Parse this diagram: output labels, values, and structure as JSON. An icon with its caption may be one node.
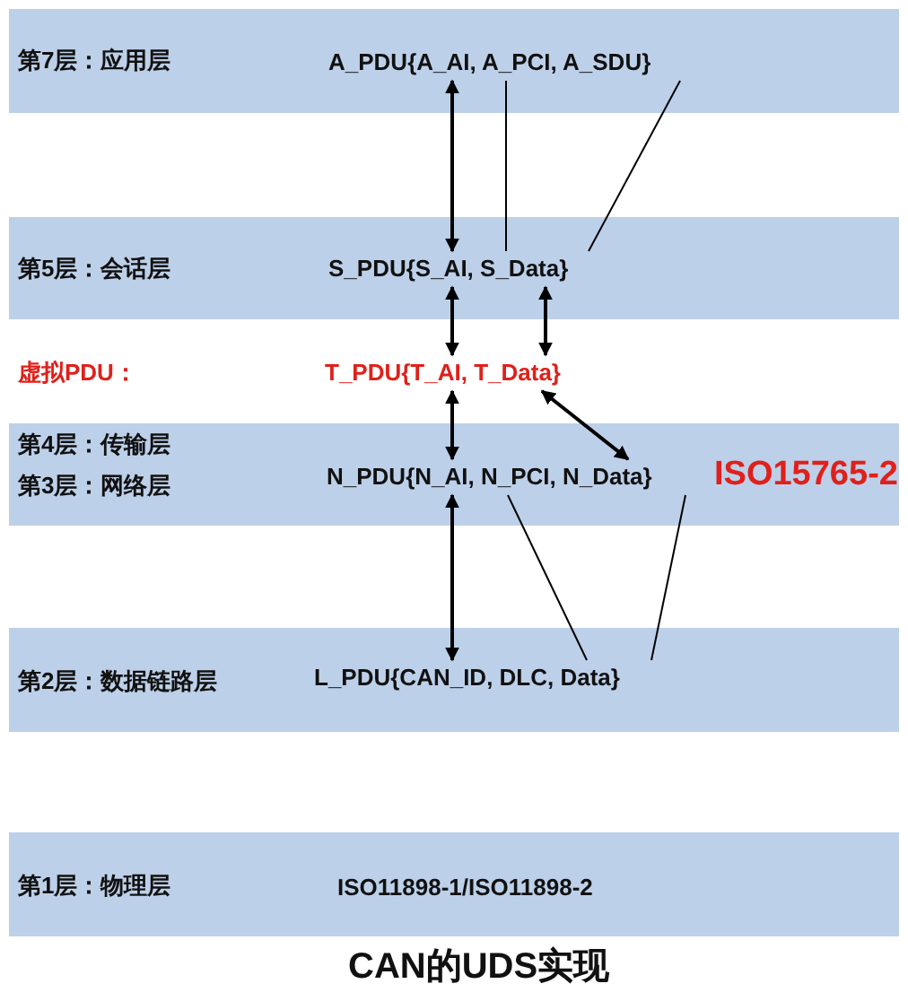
{
  "diagram": {
    "caption": "CAN的UDS实现",
    "nodes": [
      {
        "text": [
          "第7层：应用层"
        ]
      },
      {
        "text": [
          "A_PDU{A_AI, A_PCI, A_SDU}"
        ],
        "in": 0
      },
      {
        "text": [
          "第5层：会话层"
        ]
      },
      {
        "text": [
          "S_PDU{S_AI, S_Data}"
        ],
        "in": 2
      },
      {
        "text": [
          "T_PDU{T_AI, T_Data}"
        ]
      },
      {
        "text": [
          "第4层：传输层",
          "第3层：网络层"
        ]
      },
      {
        "text": [
          "N_PDU{N_AI, N_PCI, N_Data}"
        ],
        "in": 5
      },
      {
        "text": [
          "第2层：数据链路层"
        ]
      },
      {
        "text": [
          "L_PDU{CAN_ID, DLC,  Data}"
        ],
        "in": 7
      },
      {
        "text": [
          "第1层：物理层",
          "ISO11898-1/ISO11898-2"
        ]
      }
    ],
    "edges": [
      {
        "from": 1,
        "to": 3,
        "arrow": "both"
      },
      {
        "from": 1,
        "to": 3,
        "arrow": "none"
      },
      {
        "from": 1,
        "to": 3,
        "arrow": "none"
      },
      {
        "from": 3,
        "to": 4,
        "arrow": "both"
      },
      {
        "from": 3,
        "to": 4,
        "arrow": "both"
      },
      {
        "from": 4,
        "to": 6,
        "arrow": "both"
      },
      {
        "from": 4,
        "to": 6,
        "arrow": "both"
      },
      {
        "from": 6,
        "to": 8,
        "arrow": "both"
      },
      {
        "from": 6,
        "to": 8,
        "arrow": "none"
      },
      {
        "from": 6,
        "to": 8,
        "arrow": "none"
      }
    ],
    "labels": [
      "虚拟PDU：",
      "ISO15765-2"
    ]
  }
}
